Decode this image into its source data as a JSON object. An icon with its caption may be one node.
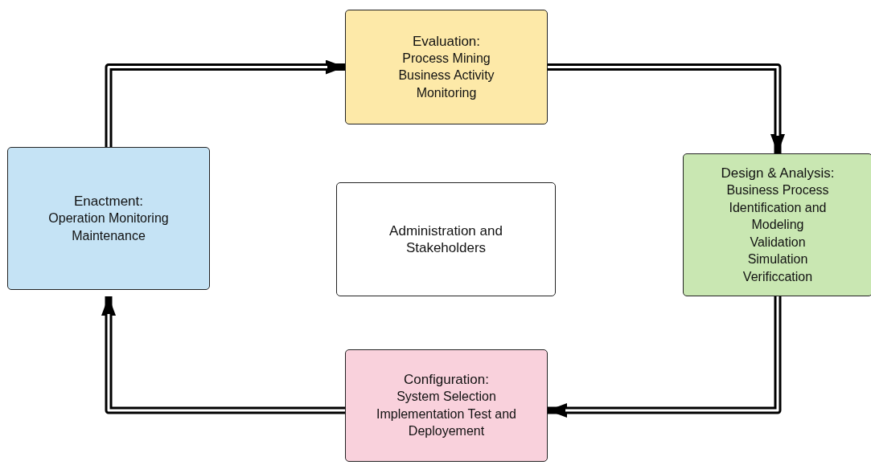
{
  "diagram": {
    "nodes": [
      {
        "text": [
          "Evaluation:",
          "Process Mining",
          "Business Activity Monitoring"
        ]
      },
      {
        "text": [
          "Enactment:",
          "Operation Monitoring",
          "Maintenance"
        ]
      },
      {
        "text": [
          "Administration and Stakeholders"
        ]
      },
      {
        "text": [
          "Design & Analysis:",
          "Business Process Identification and Modeling",
          "Validation",
          "Simulation",
          "Verificcation"
        ]
      },
      {
        "text": [
          "Configuration:",
          "System Selection",
          "Implementation Test and Deployement"
        ]
      }
    ],
    "edges": [
      {
        "from": 1,
        "to": 0,
        "arrow": "to"
      },
      {
        "from": 0,
        "to": 3,
        "arrow": "to"
      },
      {
        "from": 3,
        "to": 4,
        "arrow": "to"
      },
      {
        "from": 4,
        "to": 1,
        "arrow": "to"
      }
    ]
  }
}
